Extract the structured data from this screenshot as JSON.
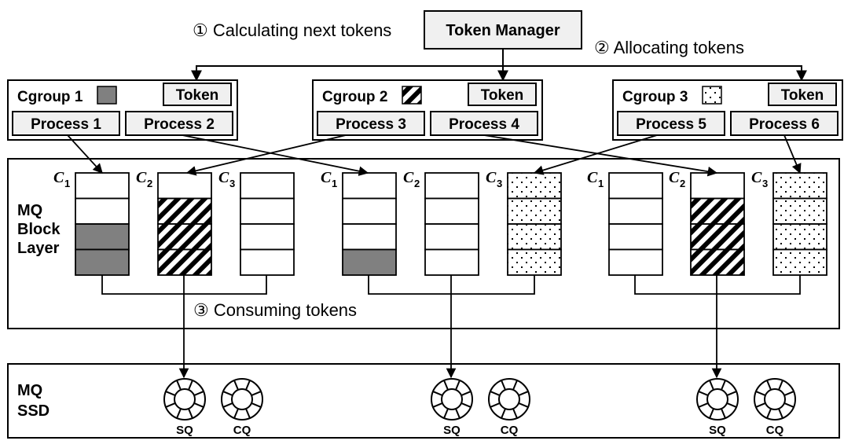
{
  "token_manager": {
    "label": "Token Manager"
  },
  "steps": {
    "calculating": "① Calculating next tokens",
    "allocating": "② Allocating tokens",
    "consuming": "③ Consuming tokens"
  },
  "cgroups": [
    {
      "name": "Cgroup 1",
      "pattern": "solid-gray",
      "token_label": "Token",
      "processes": [
        "Process 1",
        "Process 2"
      ]
    },
    {
      "name": "Cgroup 2",
      "pattern": "diagonal-stripes",
      "token_label": "Token",
      "processes": [
        "Process 3",
        "Process 4"
      ]
    },
    {
      "name": "Cgroup 3",
      "pattern": "dots",
      "token_label": "Token",
      "processes": [
        "Process 5",
        "Process 6"
      ]
    }
  ],
  "block_layer": {
    "label_lines": [
      "MQ",
      "Block",
      "Layer"
    ],
    "queue_groups": [
      {
        "queues": [
          {
            "label": "C",
            "sub": "1",
            "slots": [
              "empty",
              "empty",
              "solid-gray",
              "solid-gray"
            ]
          },
          {
            "label": "C",
            "sub": "2",
            "slots": [
              "empty",
              "diagonal-stripes",
              "diagonal-stripes",
              "diagonal-stripes"
            ]
          },
          {
            "label": "C",
            "sub": "3",
            "slots": [
              "empty",
              "empty",
              "empty",
              "empty"
            ]
          }
        ]
      },
      {
        "queues": [
          {
            "label": "C",
            "sub": "1",
            "slots": [
              "empty",
              "empty",
              "empty",
              "solid-gray"
            ]
          },
          {
            "label": "C",
            "sub": "2",
            "slots": [
              "empty",
              "empty",
              "empty",
              "empty"
            ]
          },
          {
            "label": "C",
            "sub": "3",
            "slots": [
              "dots",
              "dots",
              "dots",
              "dots"
            ]
          }
        ]
      },
      {
        "queues": [
          {
            "label": "C",
            "sub": "1",
            "slots": [
              "empty",
              "empty",
              "empty",
              "empty"
            ]
          },
          {
            "label": "C",
            "sub": "2",
            "slots": [
              "empty",
              "diagonal-stripes",
              "diagonal-stripes",
              "diagonal-stripes"
            ]
          },
          {
            "label": "C",
            "sub": "3",
            "slots": [
              "dots",
              "dots",
              "dots",
              "dots"
            ]
          }
        ]
      }
    ]
  },
  "ssd": {
    "label_lines": [
      "MQ",
      "SSD"
    ],
    "queue_pairs": [
      {
        "sq": "SQ",
        "cq": "CQ"
      },
      {
        "sq": "SQ",
        "cq": "CQ"
      },
      {
        "sq": "SQ",
        "cq": "CQ"
      }
    ]
  },
  "colors": {
    "gray_fill": "#808080",
    "line": "#000000",
    "box_fill": "#f0f0f0"
  }
}
